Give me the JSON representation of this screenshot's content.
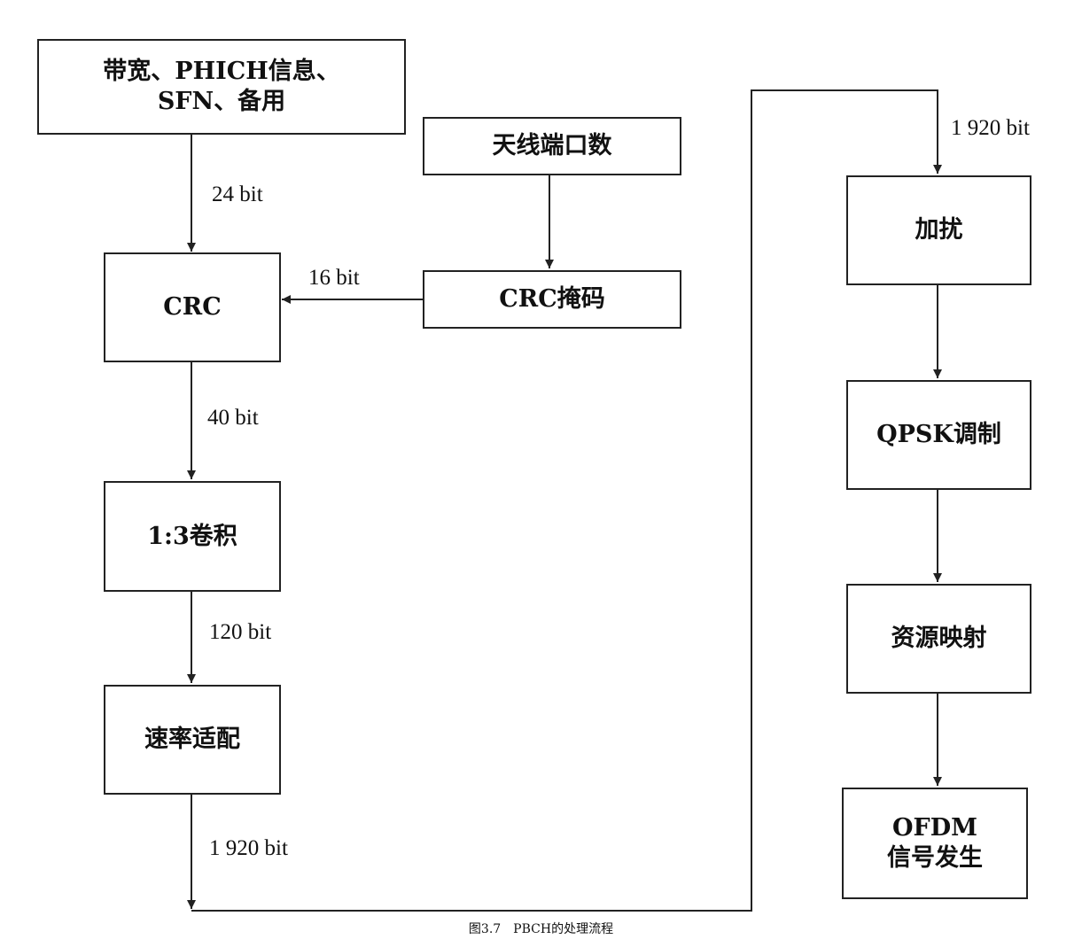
{
  "boxes": {
    "info": [
      "带宽、PHICH信息、",
      "SFN、备用"
    ],
    "antenna_ports": "天线端口数",
    "crc": "CRC",
    "crc_mask": "CRC掩码",
    "conv": "1:3卷积",
    "rate_match": "速率适配",
    "scramble": "加扰",
    "qpsk": "QPSK调制",
    "resource_map": "资源映射",
    "ofdm": [
      "OFDM",
      "信号发生"
    ]
  },
  "labels": {
    "bits_24": "24 bit",
    "bits_16": "16 bit",
    "bits_40": "40 bit",
    "bits_120": "120 bit",
    "bits_1920_left": "1 920 bit",
    "bits_1920_right": "1 920 bit"
  },
  "caption": "图3.7　PBCH的处理流程",
  "colors": {
    "line": "#222222",
    "text": "#111111",
    "background": "#ffffff"
  }
}
